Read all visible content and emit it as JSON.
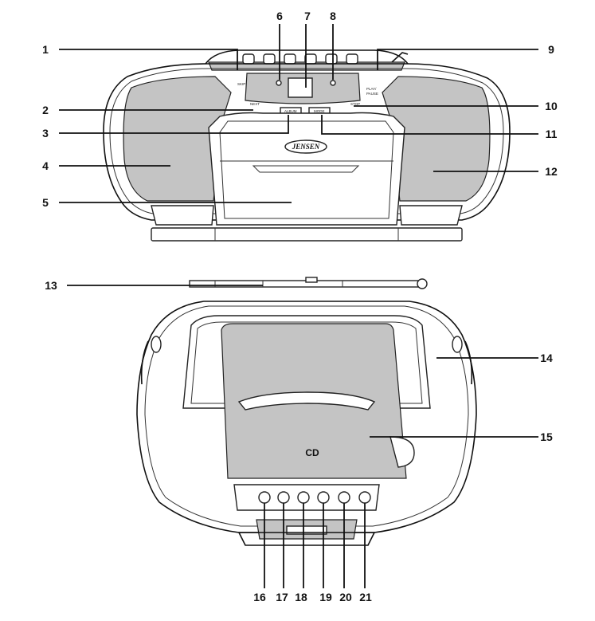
{
  "labels": [
    {
      "n": "1"
    },
    {
      "n": "2"
    },
    {
      "n": "3"
    },
    {
      "n": "4"
    },
    {
      "n": "5"
    },
    {
      "n": "6"
    },
    {
      "n": "7"
    },
    {
      "n": "8"
    },
    {
      "n": "9"
    },
    {
      "n": "10"
    },
    {
      "n": "11"
    },
    {
      "n": "12"
    },
    {
      "n": "13"
    },
    {
      "n": "14"
    },
    {
      "n": "15"
    },
    {
      "n": "16"
    },
    {
      "n": "17"
    },
    {
      "n": "18"
    },
    {
      "n": "19"
    },
    {
      "n": "20"
    },
    {
      "n": "21"
    }
  ],
  "panel": {
    "skip_back": "SKIP",
    "skip_next": "NEXT",
    "play_pause_1": "PLAY/",
    "play_pause_2": "PAUSE",
    "stop": "STOP",
    "album": "ALBUM",
    "mode": "MODE"
  },
  "logo": "JENSEN",
  "cd_mark": "CD",
  "colors": {
    "panel_grey": "#c4c4c4",
    "line": "#111111"
  }
}
